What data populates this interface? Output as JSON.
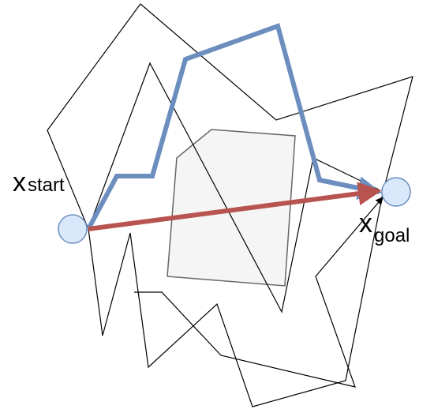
{
  "labels": {
    "start_main": "x",
    "start_sub": "start",
    "goal_main": "x",
    "goal_sub": "goal"
  },
  "colors": {
    "random_path": "#000000",
    "optimized_path": "#6c8ebf",
    "direct_path": "#b85450",
    "obstacle_fill": "#f5f5f5",
    "obstacle_stroke": "#666666",
    "node_fill": "#dae8fc",
    "node_stroke": "#6c8ebf"
  }
}
